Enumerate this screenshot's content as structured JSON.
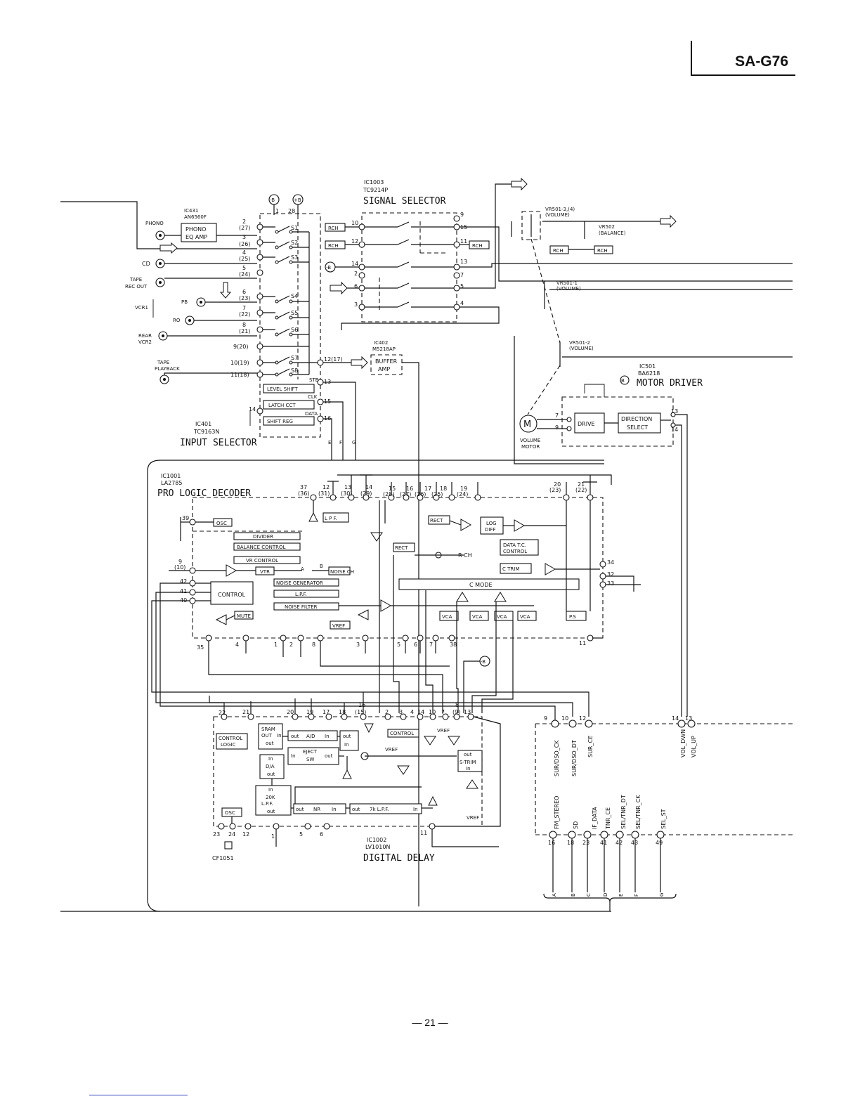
{
  "header": {
    "model": "SA-G76"
  },
  "footer": {
    "page": "— 21 —"
  },
  "ic431": {
    "ref": "IC431",
    "part": "AN6560F",
    "block": [
      "PHONO",
      "EQ AMP"
    ]
  },
  "ic1003": {
    "ref": "IC1003",
    "part": "TC9214P",
    "title": "SIGNAL SELECTOR"
  },
  "ic401": {
    "ref": "IC401",
    "part": "TC9163N",
    "title": "INPUT SELECTOR",
    "blocks": [
      "LEVEL SHIFT",
      "LATCH CCT",
      "SHIFT REG"
    ],
    "signals": [
      "STB",
      "CLK",
      "DATA"
    ]
  },
  "ic402": {
    "ref": "IC402",
    "part": "M5218AP",
    "block": [
      "BUFFER",
      "AMP"
    ]
  },
  "ic501": {
    "ref": "IC501",
    "part": "BA6218",
    "title": "MOTOR DRIVER",
    "blocks": [
      "DRIVE",
      "DIRECTION",
      "SELECT"
    ],
    "motor": [
      "VOLUME",
      "MOTOR"
    ]
  },
  "ic1001": {
    "ref": "IC1001",
    "part": "LA2785",
    "title": "PRO LOGIC DECODER",
    "blocks": [
      "OSC",
      "DIVIDER",
      "BALANCE CONTROL",
      "VR CONTROL",
      "VTR",
      "NOISE CH",
      "NOISE GENERATOR",
      "L.P.F.",
      "NOISE FILTER",
      "CONTROL",
      "MUTE",
      "VREF",
      "L P F.",
      "RECT",
      "RECT",
      "LOG",
      "DIFF",
      "DATA T.C.",
      "CONTROL",
      "C TRIM",
      "C MODE",
      "VCA",
      "VCA",
      "VCA",
      "VCA",
      "P.S"
    ],
    "rch": "R CH"
  },
  "ic1002": {
    "ref": "IC1002",
    "part": "LV1010N",
    "title": "DIGITAL DELAY",
    "blocks": [
      "CONTROL",
      "LOGIC",
      "SRAM",
      "OUT",
      "In",
      "out",
      "A/D",
      "EJECT",
      "SW",
      "D/A",
      "20K",
      "L.P.F.",
      "OSC",
      "NR",
      "7k L.P.F.",
      "S-TRIM",
      "CONTROL",
      "VREF",
      "VREF"
    ],
    "crystal": "CF1051"
  },
  "vr": [
    {
      "ref": "VR501-3,(4)",
      "name": "(VOLUME)"
    },
    {
      "ref": "VR502",
      "name": "(BALANCE)"
    },
    {
      "ref": "VR501-1",
      "name": "(VOLUME)"
    },
    {
      "ref": "VR501-2",
      "name": "(VOLUME)"
    }
  ],
  "jacks": [
    "PHONO",
    "CD",
    "TAPE",
    "REC OUT",
    "VCR1",
    "PB",
    "RO",
    "REAR",
    "VCR2",
    "TAPE",
    "PLAYBACK"
  ],
  "switches": [
    "S1",
    "S2",
    "S3",
    "S4",
    "S5",
    "S6",
    "S7",
    "S8"
  ],
  "rch_tags": [
    "RCH",
    "RCH",
    "RCH",
    "RCH",
    "RCH"
  ],
  "bus_signals": [
    "SUR/DSO_CK",
    "SUR/DSO_DT",
    "SUR_CE",
    "VOL_DWN",
    "VOL_UP",
    "FM_STEREO",
    "SD",
    "IF_DATA",
    "TNR_CE",
    "SEL/TNR_DT",
    "SEL/TNR_CK",
    "SEL_ST"
  ],
  "bus_pins": [
    "9",
    "10",
    "12",
    "14",
    "13",
    "16",
    "18",
    "23",
    "41",
    "42",
    "43",
    "49"
  ],
  "connector_letters": [
    "A",
    "B",
    "C",
    "D",
    "E",
    "F",
    "G"
  ],
  "refs": [
    "-B",
    "+B",
    "-B",
    "-B"
  ]
}
